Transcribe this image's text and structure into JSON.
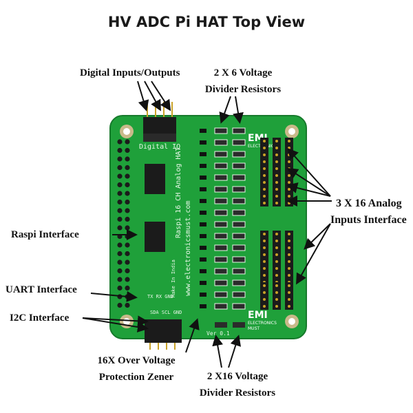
{
  "title": "HV ADC Pi HAT Top View",
  "labels": {
    "digital_io": "Digital Inputs/Outputs",
    "divider_top_line1": "2 X 6 Voltage",
    "divider_top_line2": "Divider Resistors",
    "analog_line1": "3 X 16 Analog",
    "analog_line2": "Inputs Interface",
    "raspi": "Raspi Interface",
    "uart": "UART Interface",
    "i2c": "I2C Interface",
    "zener_line1": "16X Over Voltage",
    "zener_line2": "Protection Zener",
    "divider_bottom_line1": "2 X16 Voltage",
    "divider_bottom_line2": "Divider Resistors"
  },
  "board": {
    "silk_digital": "Digital IO",
    "silk_title": "Raspi 16 CH Analog HAT",
    "silk_url": "www.electronicsmust.com",
    "silk_made": "Make In India",
    "silk_version": "Ver 0.1",
    "logo_top": "EMI",
    "logo_sub1": "ELECTRONICS",
    "logo_sub2": "MUST",
    "silk_uart": "TX RX GND",
    "silk_i2c": "SDA SCL GND"
  },
  "colors": {
    "pcb": "#1fa03a",
    "pcb_edge": "#177a2c",
    "header": "#1b1b1b",
    "pin": "#c9a227",
    "resistor": "#2b2b2b",
    "arrow": "#111111"
  }
}
